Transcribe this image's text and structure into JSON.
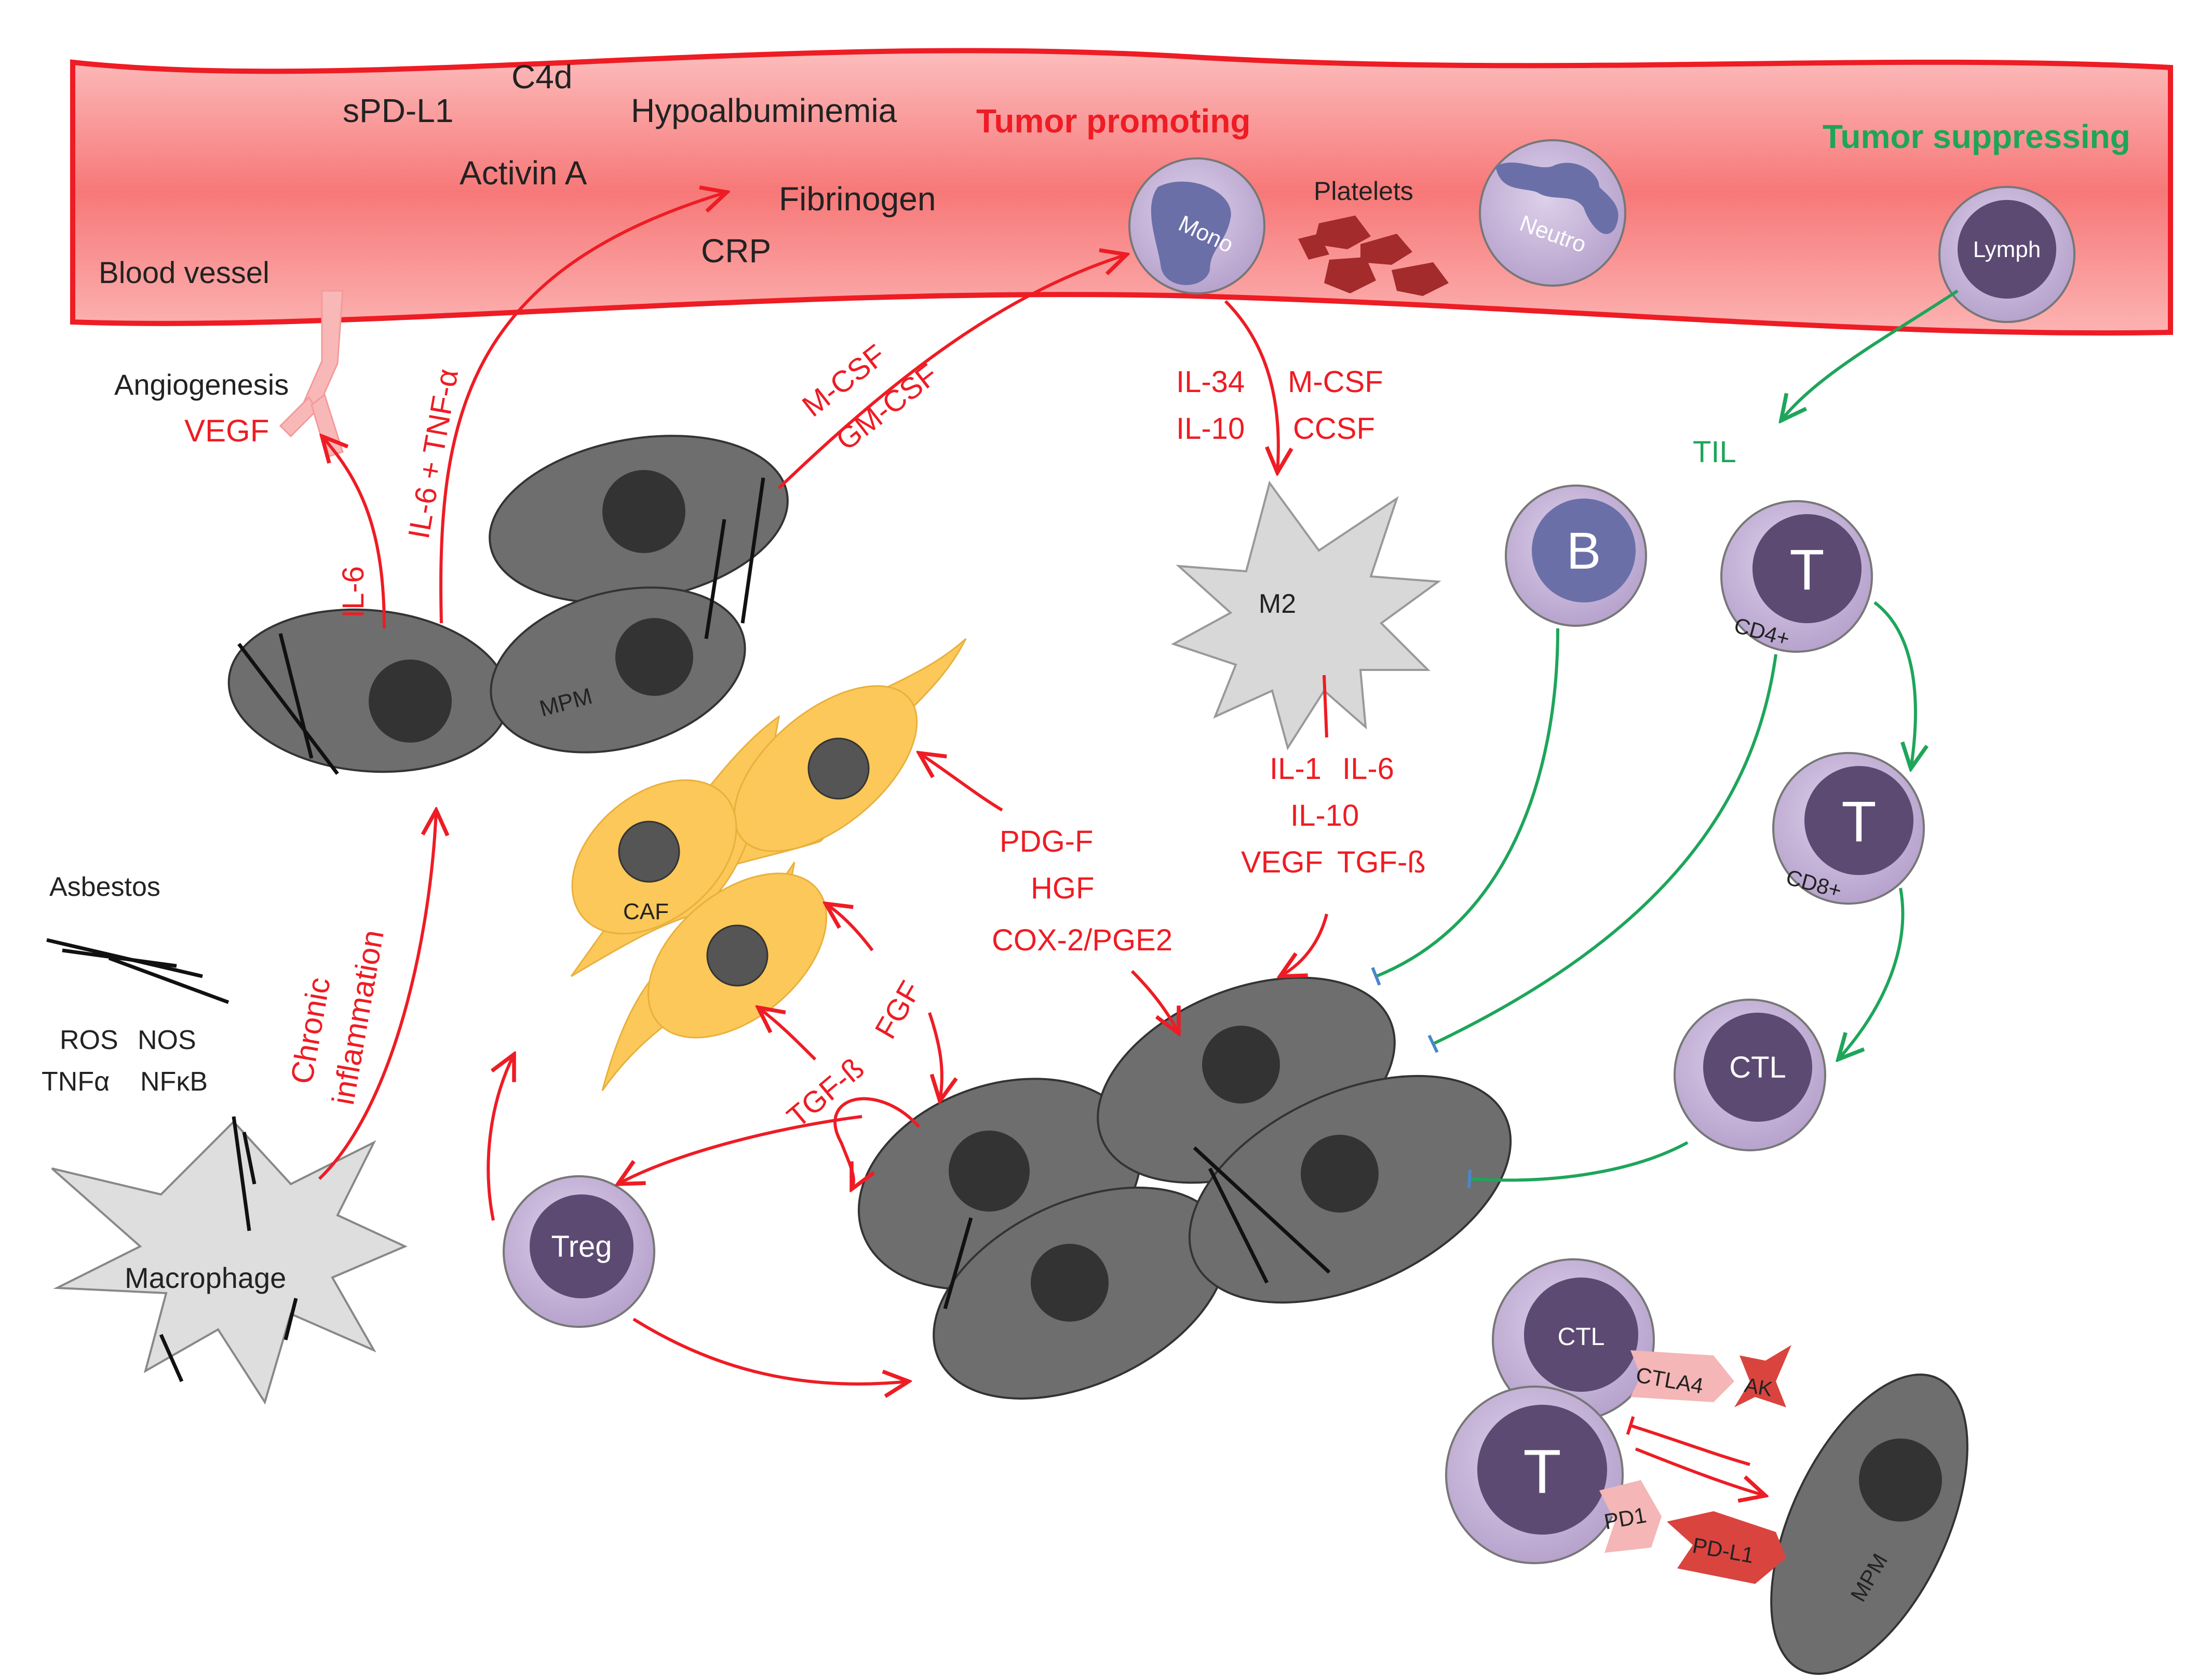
{
  "blood_vessel": {
    "label": "Blood vessel",
    "factors": [
      "sPD-L1",
      "C4d",
      "Hypoalbuminemia",
      "Activin A",
      "Fibrinogen",
      "CRP"
    ],
    "tumor_promoting": "Tumor promoting",
    "tumor_suppressing": "Tumor suppressing",
    "platelets": "Platelets"
  },
  "cells": {
    "mono": "Mono",
    "neutro": "Neutro",
    "lymph": "Lymph",
    "m2": "M2",
    "b": "B",
    "t": "T",
    "cd4": "CD4+",
    "cd8": "CD8+",
    "ctl": "CTL",
    "treg": "Treg",
    "caf": "CAF",
    "mpm": "MPM",
    "macrophage": "Macrophage",
    "til": "TIL"
  },
  "exposure": {
    "asbestos": "Asbestos",
    "ros": "ROS",
    "nos": "NOS",
    "tnfa": "TNFα",
    "nfkb": "NFκB"
  },
  "signals": {
    "angiogenesis": "Angiogenesis",
    "vegf": "VEGF",
    "il6": "IL-6",
    "il6_tnf": "IL-6 + TNF-α",
    "mcsf": "M-CSF",
    "gmcsf": "GM-CSF",
    "il34": "IL-34",
    "il10": "IL-10",
    "ccsf": "CCSF",
    "il1": "IL-1",
    "tgfb": "TGF-ß",
    "pdgf": "PDG-F",
    "hgf": "HGF",
    "cox2": "COX-2/PGE2",
    "fgf": "FGF",
    "chronic": "Chronic",
    "inflammation": "inflammation"
  },
  "checkpoint": {
    "ctla4": "CTLA4",
    "ak": "AK",
    "pd1": "PD1",
    "pdl1": "PD-L1"
  },
  "colors": {
    "promoting": "#ee1c24",
    "suppressing": "#1ea55a",
    "inhibition": "#4a86c8",
    "vessel": "#f88a8a",
    "tumor_cell": "#6e6e6e",
    "caf": "#fbc859",
    "immune_cell": "#c5b3d7",
    "immune_nucleus": "#5c4a73"
  }
}
